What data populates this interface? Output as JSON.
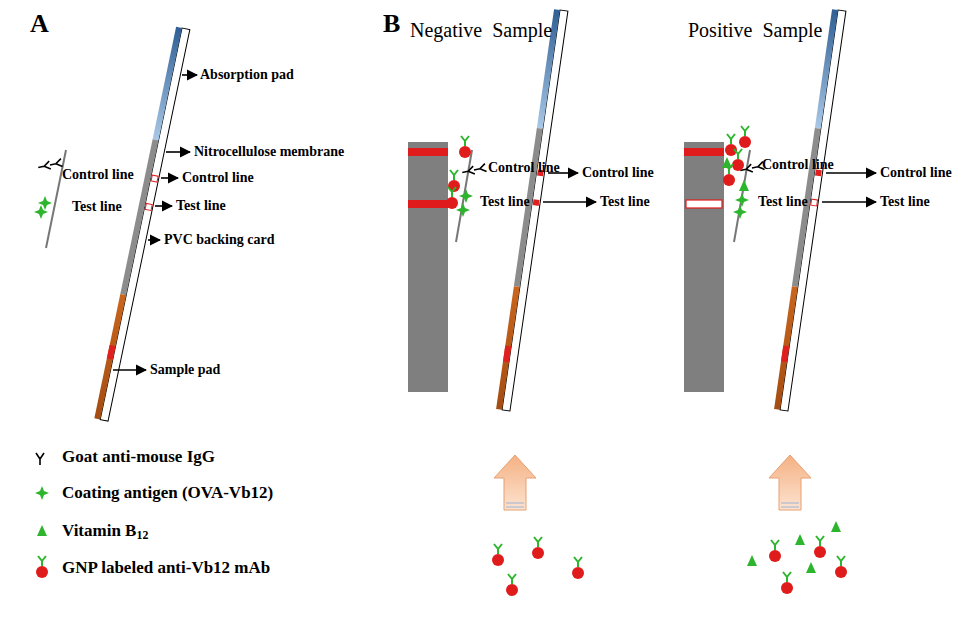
{
  "diagram": {
    "labels": [
      "A",
      "Absorption pad",
      "Nitrocellulose membrane",
      "Control line",
      "Control line",
      "Test line",
      "Test line",
      "PVC backing card",
      "Sample pad",
      "B",
      "Negative  Sample",
      "Positive  Sample",
      "Control line",
      "Test line",
      "Control line",
      "Test line",
      "Control line",
      "Test line",
      "Control line",
      "Test line"
    ],
    "legend": [
      {
        "text": "Goat anti-mouse IgG"
      },
      {
        "text": "Coating antigen (OVA-Vb12)"
      },
      {
        "text": "Vitamin B12"
      },
      {
        "text": "GNP labeled anti-Vb12 mAb"
      }
    ]
  }
}
